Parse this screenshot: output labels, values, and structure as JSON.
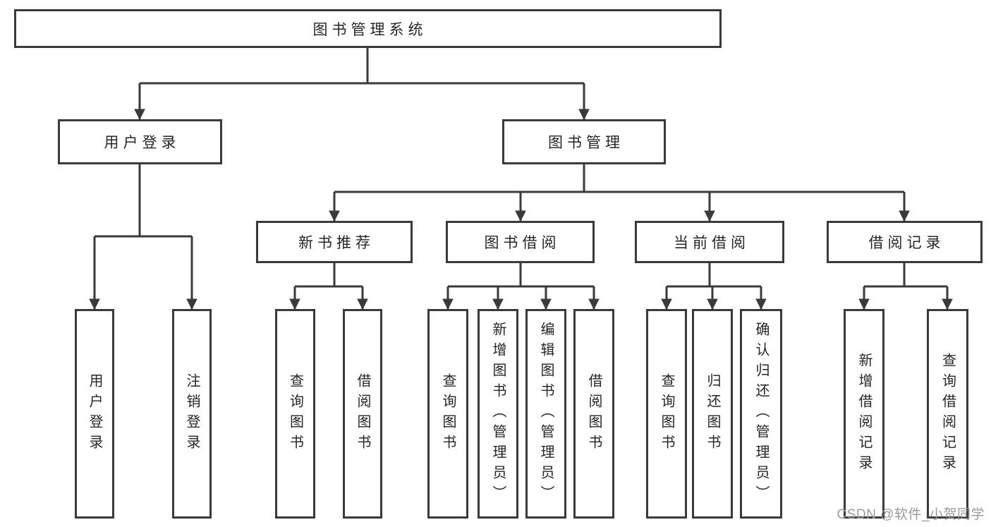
{
  "diagram": {
    "type": "hierarchy-tree",
    "root": {
      "label": "图书管理系统",
      "children": [
        {
          "label": "用户登录",
          "children": [
            {
              "label": "用户登录"
            },
            {
              "label": "注销登录"
            }
          ]
        },
        {
          "label": "图书管理",
          "children": [
            {
              "label": "新书推荐",
              "children": [
                {
                  "label": "查询图书"
                },
                {
                  "label": "借阅图书"
                }
              ]
            },
            {
              "label": "图书借阅",
              "children": [
                {
                  "label": "查询图书"
                },
                {
                  "label": "新增图书（管理员）"
                },
                {
                  "label": "编辑图书（管理员）"
                },
                {
                  "label": "借阅图书"
                }
              ]
            },
            {
              "label": "当前借阅",
              "children": [
                {
                  "label": "查询图书"
                },
                {
                  "label": "归还图书"
                },
                {
                  "label": "确认归还（管理员）"
                }
              ]
            },
            {
              "label": "借阅记录",
              "children": [
                {
                  "label": "新增借阅记录"
                },
                {
                  "label": "查询借阅记录"
                }
              ]
            }
          ]
        }
      ]
    },
    "colors": {
      "line": "#3a3a3a",
      "box_border": "#3a3a3a",
      "box_fill": "#ffffff",
      "text": "#262626",
      "watermark": "#9a9a9a",
      "background": "#ffffff"
    }
  },
  "watermark": {
    "text": "CSDN @软件_小贺同学"
  }
}
